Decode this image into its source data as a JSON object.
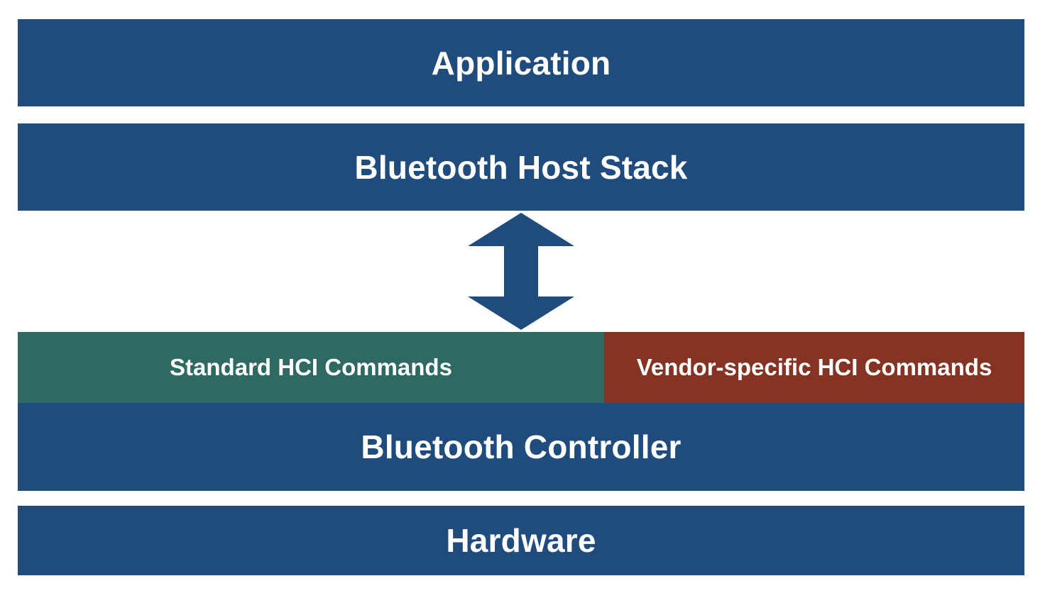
{
  "colors": {
    "layer_blue": "#1f4c7c",
    "standard_green": "#2f6a62",
    "vendor_red": "#853322",
    "text": "#ffffff",
    "arrow": "#1f4c7c"
  },
  "layers": {
    "application": "Application",
    "host_stack": "Bluetooth Host Stack",
    "hci_standard": "Standard HCI Commands",
    "hci_vendor": "Vendor-specific HCI Commands",
    "controller": "Bluetooth Controller",
    "hardware": "Hardware"
  },
  "connector": {
    "icon": "double-headed-vertical-arrow-icon"
  }
}
